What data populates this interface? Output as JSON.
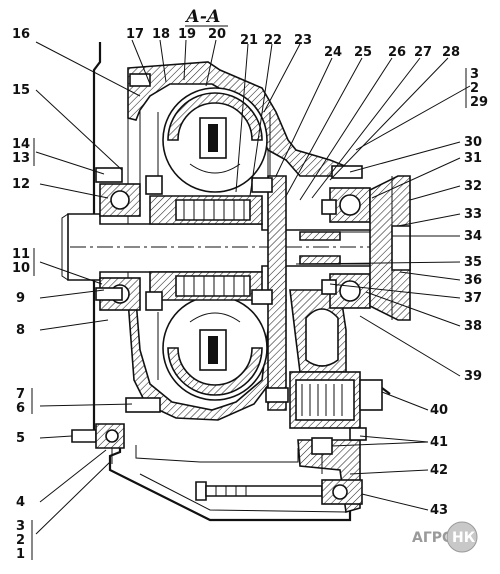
{
  "title": "А-А",
  "watermark": {
    "left": "АГРО",
    "right": "НК"
  },
  "callouts": [
    {
      "id": "16",
      "text": "16"
    },
    {
      "id": "17",
      "text": "17"
    },
    {
      "id": "18",
      "text": "18"
    },
    {
      "id": "19",
      "text": "19"
    },
    {
      "id": "20",
      "text": "20"
    },
    {
      "id": "21",
      "text": "21"
    },
    {
      "id": "22",
      "text": "22"
    },
    {
      "id": "23",
      "text": "23"
    },
    {
      "id": "24",
      "text": "24"
    },
    {
      "id": "25",
      "text": "25"
    },
    {
      "id": "26",
      "text": "26"
    },
    {
      "id": "27",
      "text": "27"
    },
    {
      "id": "28",
      "text": "28"
    },
    {
      "id": "3a",
      "text": "3"
    },
    {
      "id": "2a",
      "text": "2"
    },
    {
      "id": "29",
      "text": "29"
    },
    {
      "id": "15",
      "text": "15"
    },
    {
      "id": "14",
      "text": "14"
    },
    {
      "id": "13",
      "text": "13"
    },
    {
      "id": "30",
      "text": "30"
    },
    {
      "id": "31",
      "text": "31"
    },
    {
      "id": "12",
      "text": "12"
    },
    {
      "id": "32",
      "text": "32"
    },
    {
      "id": "33",
      "text": "33"
    },
    {
      "id": "34",
      "text": "34"
    },
    {
      "id": "11",
      "text": "11"
    },
    {
      "id": "10",
      "text": "10"
    },
    {
      "id": "35",
      "text": "35"
    },
    {
      "id": "36",
      "text": "36"
    },
    {
      "id": "9",
      "text": "9"
    },
    {
      "id": "37",
      "text": "37"
    },
    {
      "id": "8",
      "text": "8"
    },
    {
      "id": "38",
      "text": "38"
    },
    {
      "id": "39",
      "text": "39"
    },
    {
      "id": "7",
      "text": "7"
    },
    {
      "id": "6",
      "text": "6"
    },
    {
      "id": "40",
      "text": "40"
    },
    {
      "id": "5",
      "text": "5"
    },
    {
      "id": "41",
      "text": "41"
    },
    {
      "id": "4",
      "text": "4"
    },
    {
      "id": "42",
      "text": "42"
    },
    {
      "id": "43",
      "text": "43"
    },
    {
      "id": "3b",
      "text": "3"
    },
    {
      "id": "2b",
      "text": "2"
    },
    {
      "id": "1",
      "text": "1"
    }
  ]
}
